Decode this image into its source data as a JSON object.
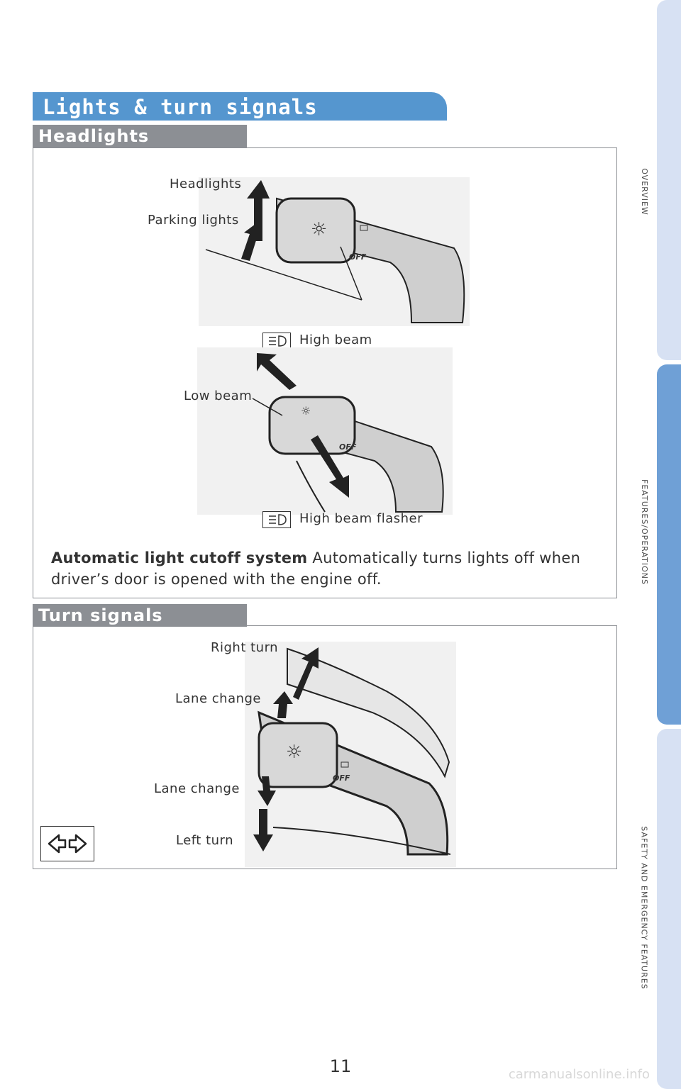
{
  "side_tabs": [
    "OVERVIEW",
    "FEATURES/OPERATIONS",
    "SAFETY AND EMERGENCY FEATURES"
  ],
  "title": "Lights & turn signals",
  "headlights": {
    "heading": "Headlights",
    "labels": {
      "headlights": "Headlights",
      "parking": "Parking lights",
      "high_beam": "High beam",
      "low_beam": "Low beam",
      "flasher": "High beam flasher"
    },
    "auto_bold": "Automatic light cutoff system",
    "auto_text": " Automatically turns lights off when driver’s door is opened with the engine off."
  },
  "turn_signals": {
    "heading": "Turn signals",
    "labels": {
      "right": "Right turn",
      "lane_up": "Lane change",
      "lane_down": "Lane change",
      "left": "Left turn"
    }
  },
  "page_number": "11",
  "watermark": "carmanualsonline.info",
  "colors": {
    "accent": "#5596cf",
    "section_gray": "#8c8f94",
    "tab_active": "#6fa0d6",
    "tab_light": "#d7e1f3"
  }
}
